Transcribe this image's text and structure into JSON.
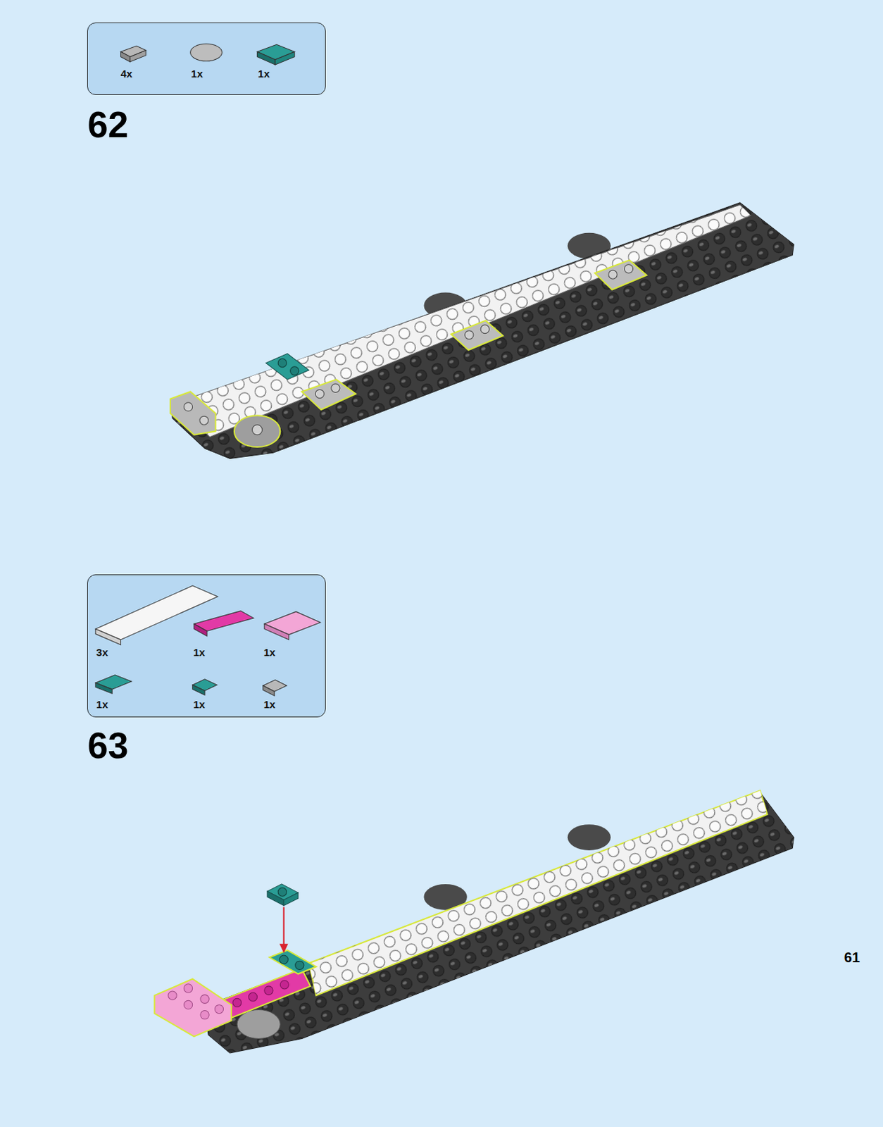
{
  "diagram": {
    "nodes": [
      {
        "text": [
          "4x",
          "1x",
          "1x"
        ]
      },
      {
        "text": [
          "3x",
          "1x",
          "1x",
          "1x",
          "1x",
          "1x"
        ]
      }
    ],
    "labels": [
      "62",
      "63",
      "61"
    ]
  }
}
